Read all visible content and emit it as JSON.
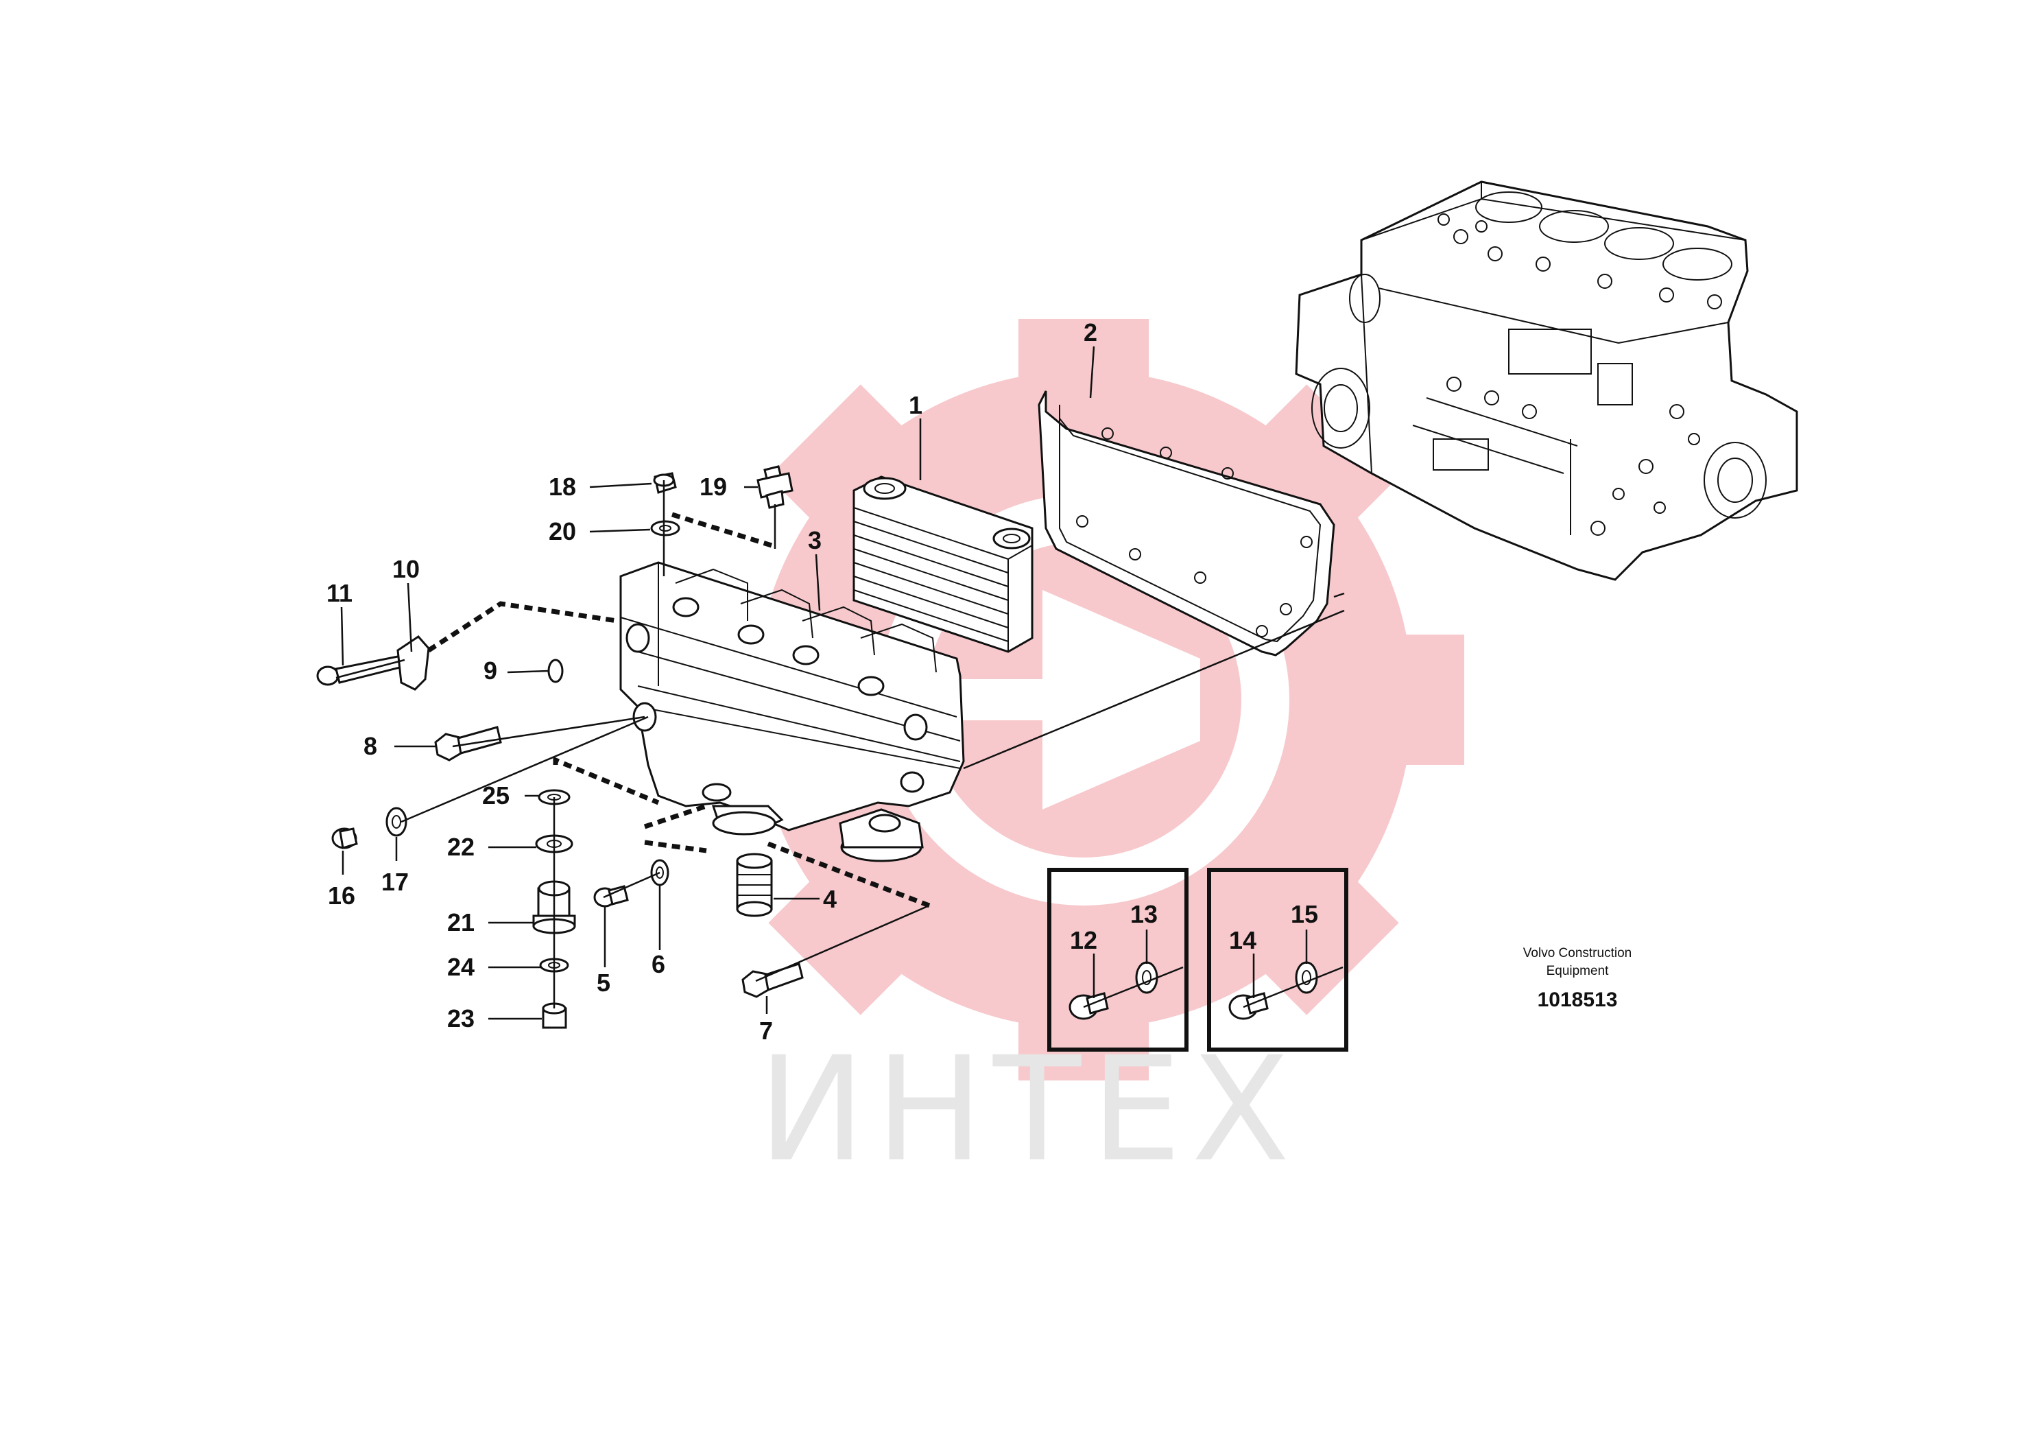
{
  "callouts": [
    {
      "id": "1",
      "text": "1"
    },
    {
      "id": "2",
      "text": "2"
    },
    {
      "id": "3",
      "text": "3"
    },
    {
      "id": "4",
      "text": "4"
    },
    {
      "id": "5",
      "text": "5"
    },
    {
      "id": "6",
      "text": "6"
    },
    {
      "id": "7",
      "text": "7"
    },
    {
      "id": "8",
      "text": "8"
    },
    {
      "id": "9",
      "text": "9"
    },
    {
      "id": "10",
      "text": "10"
    },
    {
      "id": "11",
      "text": "11"
    },
    {
      "id": "12",
      "text": "12"
    },
    {
      "id": "13",
      "text": "13"
    },
    {
      "id": "14",
      "text": "14"
    },
    {
      "id": "15",
      "text": "15"
    },
    {
      "id": "16",
      "text": "16"
    },
    {
      "id": "17",
      "text": "17"
    },
    {
      "id": "18",
      "text": "18"
    },
    {
      "id": "19",
      "text": "19"
    },
    {
      "id": "20",
      "text": "20"
    },
    {
      "id": "21",
      "text": "21"
    },
    {
      "id": "22",
      "text": "22"
    },
    {
      "id": "23",
      "text": "23"
    },
    {
      "id": "24",
      "text": "24"
    },
    {
      "id": "25",
      "text": "25"
    }
  ],
  "caption": {
    "line1": "Volvo Construction",
    "line2": "Equipment",
    "doc_number": "1018513"
  },
  "watermark": {
    "text": "ИНТЕХ",
    "gear_color": "#f7c9cc",
    "text_color": "#e6e6e6"
  },
  "colors": {
    "line": "#111111",
    "background": "#ffffff"
  }
}
